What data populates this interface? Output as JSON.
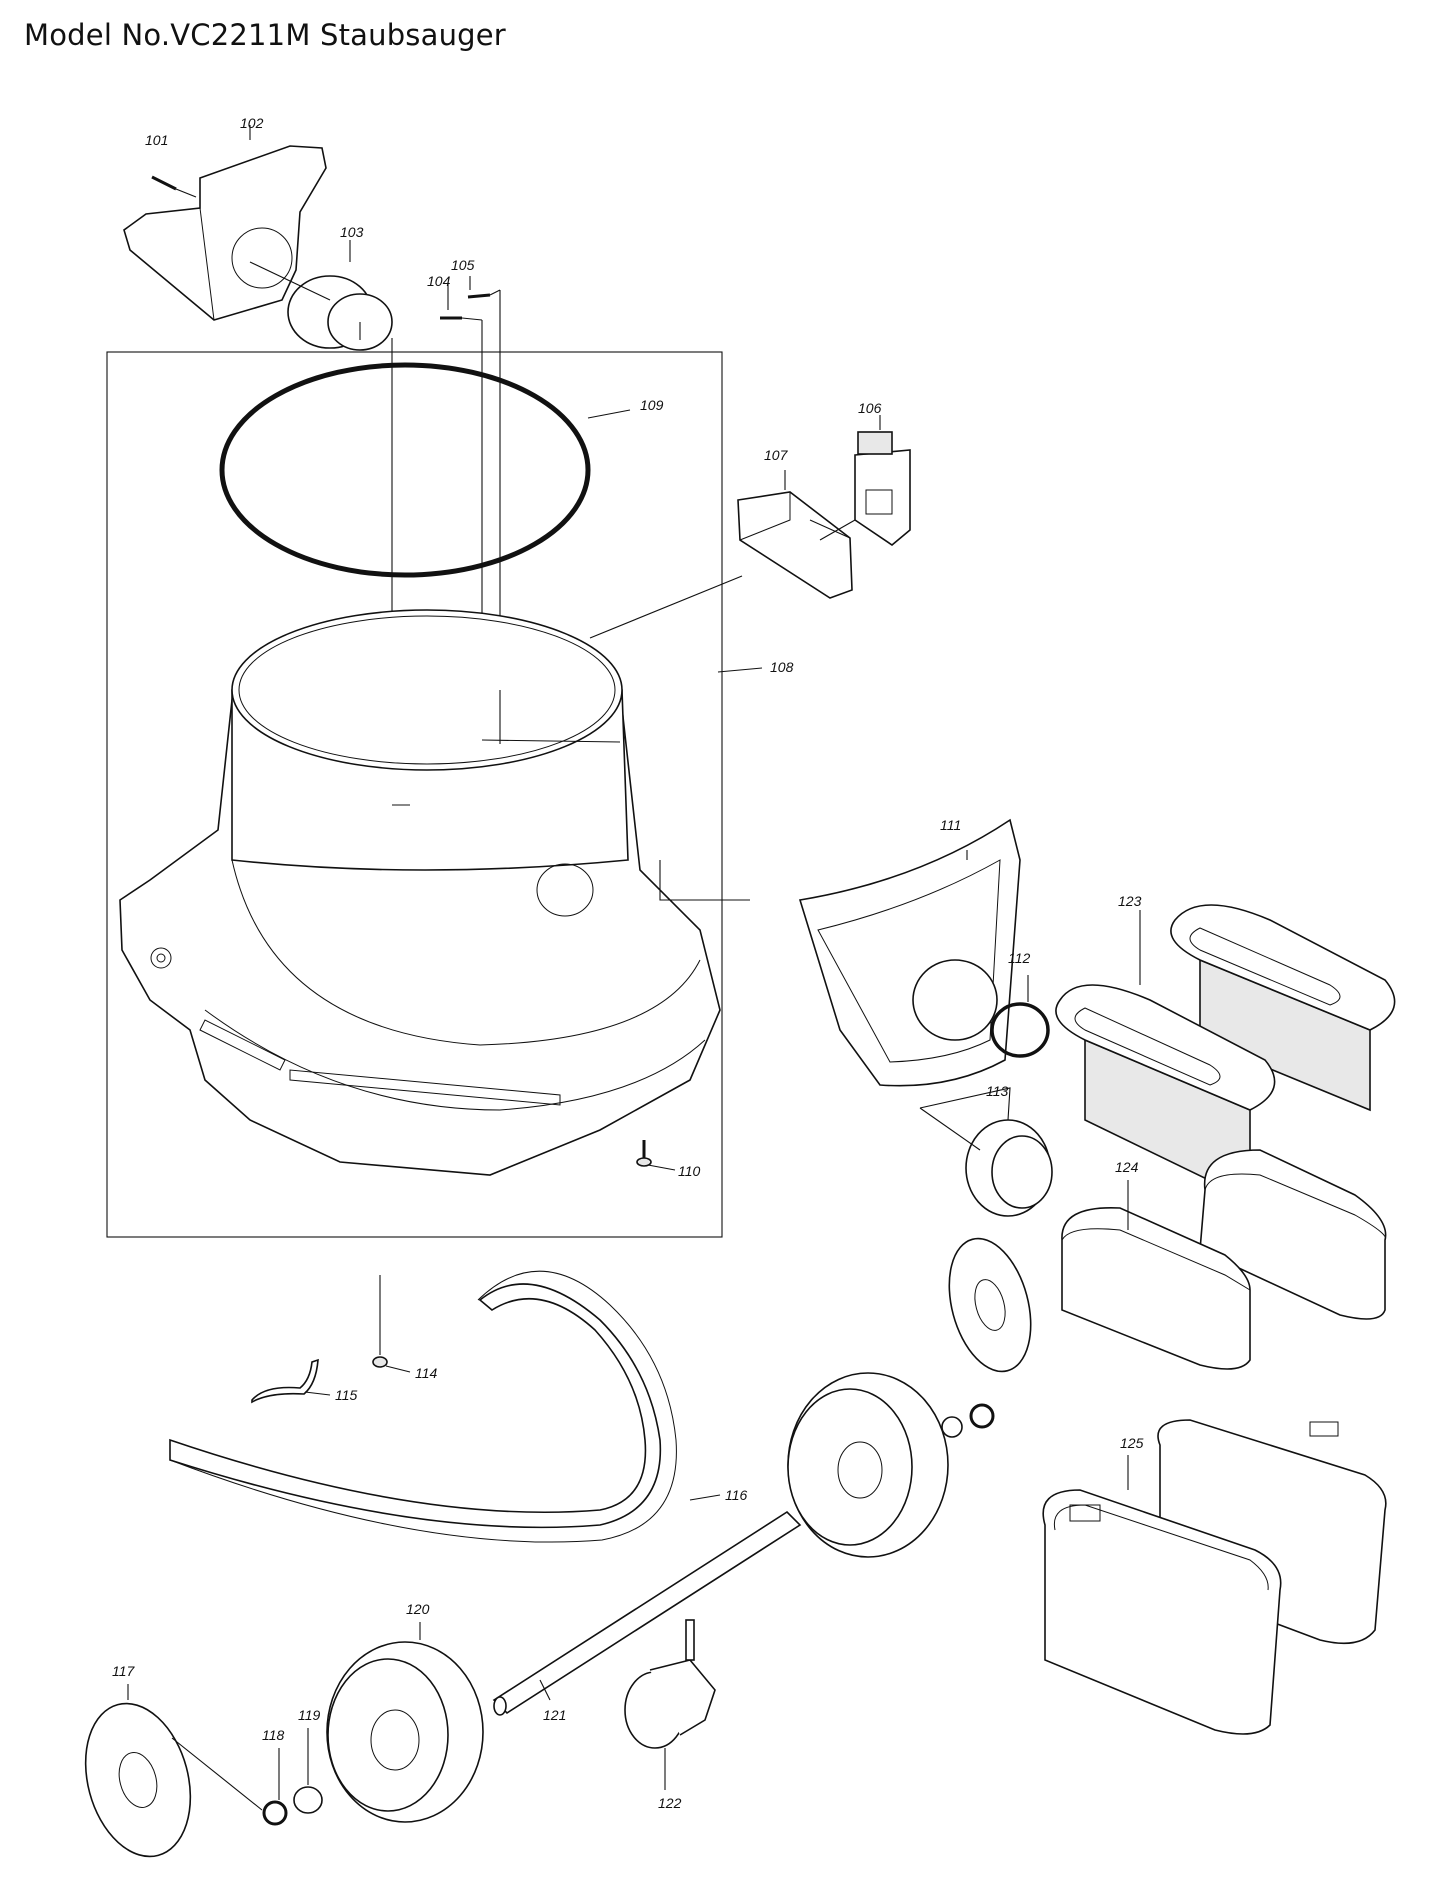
{
  "page": {
    "title": "Model No.VC2211M Staubsauger"
  },
  "parts": [
    {
      "id": "101",
      "label": "101"
    },
    {
      "id": "102",
      "label": "102"
    },
    {
      "id": "103",
      "label": "103"
    },
    {
      "id": "104",
      "label": "104"
    },
    {
      "id": "105",
      "label": "105"
    },
    {
      "id": "106",
      "label": "106"
    },
    {
      "id": "107",
      "label": "107"
    },
    {
      "id": "108",
      "label": "108"
    },
    {
      "id": "109",
      "label": "109"
    },
    {
      "id": "110",
      "label": "110"
    },
    {
      "id": "111",
      "label": "111"
    },
    {
      "id": "112",
      "label": "112"
    },
    {
      "id": "113",
      "label": "113"
    },
    {
      "id": "114",
      "label": "114"
    },
    {
      "id": "115",
      "label": "115"
    },
    {
      "id": "116",
      "label": "116"
    },
    {
      "id": "117",
      "label": "117"
    },
    {
      "id": "118",
      "label": "118"
    },
    {
      "id": "119",
      "label": "119"
    },
    {
      "id": "120",
      "label": "120"
    },
    {
      "id": "121",
      "label": "121"
    },
    {
      "id": "122",
      "label": "122"
    },
    {
      "id": "123",
      "label": "123"
    },
    {
      "id": "124",
      "label": "124"
    },
    {
      "id": "125",
      "label": "125"
    }
  ]
}
